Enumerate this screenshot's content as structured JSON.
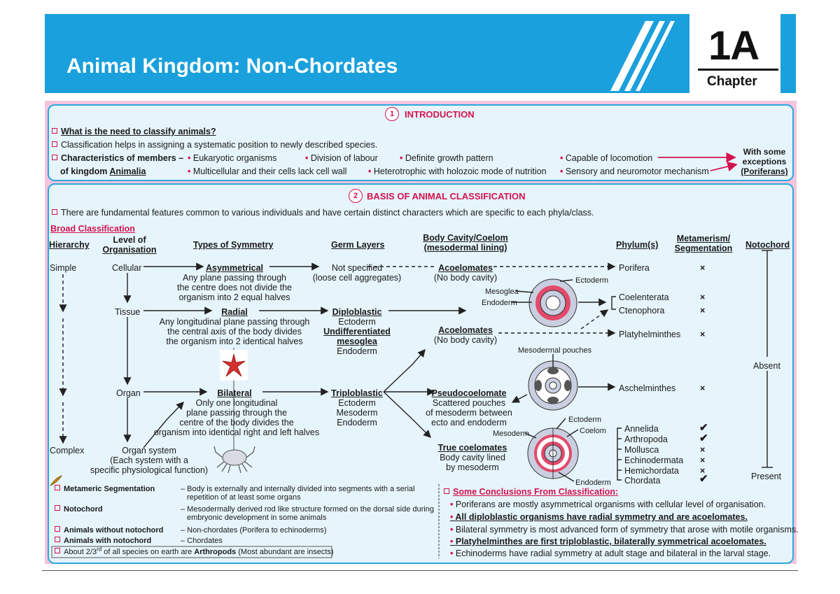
{
  "header": {
    "title": "Animal Kingdom: Non-Chordates",
    "chapter_number": "1A",
    "chapter_label": "Chapter"
  },
  "intro": {
    "number": "1",
    "title": "INTRODUCTION",
    "q1": "What is the need to classify animals?",
    "q1_answer": "Classification helps in assigning a systematic position to newly described species.",
    "char_label1": "Characteristics of members –",
    "char_label2": "of kingdom",
    "char_label3": "Animalia",
    "items_row1": [
      "Eukaryotic organisms",
      "Division of labour",
      "Definite growth pattern",
      "Capable of locomotion"
    ],
    "items_row2": [
      "Multicellular and their cells lack cell wall",
      "Heterotrophic with holozoic mode of nutrition",
      "Sensory and neuromotor mechanism"
    ],
    "exception1": "With some",
    "exception2": "exceptions",
    "exception3": "(Poriferans)"
  },
  "basis": {
    "number": "2",
    "title": "BASIS OF ANIMAL CLASSIFICATION",
    "intro": "There are fundamental features common to various individuals and have certain distinct characters which are specific to each phyla/class.",
    "broad": "Broad Classification",
    "headers": {
      "hierarchy": "Hierarchy",
      "level1": "Level of",
      "level2": "Organisation",
      "symmetry": "Types of Symmetry",
      "germ": "Germ Layers",
      "cavity1": "Body Cavity/Coelom",
      "cavity2": "(mesodermal lining)",
      "phylum": "Phylum(s)",
      "meta1": "Metamerism/",
      "meta2": "Segmentation",
      "noto": "Notochord"
    },
    "hier_simple": "Simple",
    "hier_complex": "Complex",
    "level_cellular": "Cellular",
    "level_tissue": "Tissue",
    "level_organ": "Organ",
    "level_system1": "Organ system",
    "level_system2": "(Each system with a",
    "level_system3": "specific physiological function)",
    "asym": "Asymmetrical",
    "asym_d1": "Any plane passing through",
    "asym_d2": "the centre does not divide the",
    "asym_d3": "organism into 2 equal halves",
    "radial": "Radial",
    "radial_d1": "Any longitudinal plane passing through",
    "radial_d2": "the central axis of the body divides",
    "radial_d3": "the organism into 2 identical halves",
    "bilateral": "Bilateral",
    "bil_d1": "Only one longitudinal",
    "bil_d2": "plane passing through the",
    "bil_d3": "centre of the body divides the",
    "bil_d4": "organism into identical right and left halves",
    "germ_ns1": "Not specified",
    "germ_ns2": "(loose cell aggregates)",
    "diplo": "Diploblastic",
    "diplo_ecto": "Ectoderm",
    "undiff1": "Undifferentiated",
    "undiff2": "mesoglea",
    "diplo_endo": "Endoderm",
    "triplo": "Triploblastic",
    "tri_ecto": "Ectoderm",
    "tri_meso": "Mesoderm",
    "tri_endo": "Endoderm",
    "acoel1": "Acoelomates",
    "acoel1_d": "(No body cavity)",
    "acoel2": "Acoelomates",
    "acoel2_d": "(No body cavity)",
    "pseudo": "Pseudocoelomate",
    "pseudo_d1": "Scattered pouches",
    "pseudo_d2": "of mesoderm between",
    "pseudo_d3": "ecto and endoderm",
    "true": "True coelomates",
    "true_d1": "Body cavity lined",
    "true_d2": "by mesoderm",
    "lbl_ectoderm": "Ectoderm",
    "lbl_mesoglea": "Mesoglea",
    "lbl_endoderm": "Endoderm",
    "lbl_mesopouch": "Mesodermal pouches",
    "lbl_ecto2": "Ectoderm",
    "lbl_coelom": "Coelom",
    "lbl_meso2": "Mesoderm",
    "lbl_endo2": "Endoderm",
    "phyla": [
      "Porifera",
      "Coelenterata",
      "Ctenophora",
      "Platyhelminthes",
      "Aschelminthes",
      "Annelida",
      "Arthropoda",
      "Mollusca",
      "Echinodermata",
      "Hemichordata",
      "Chordata"
    ],
    "meta_marks": [
      "×",
      "×",
      "×",
      "×",
      "×",
      "✔",
      "✔",
      "×",
      "×",
      "×",
      "✔"
    ],
    "noto_absent": "Absent",
    "noto_present": "Present"
  },
  "notes": {
    "rows": [
      {
        "term": "Metameric Segmentation",
        "desc1": "– Body is externally and internally divided into segments with a serial",
        "desc2": "repetition of at least some organs"
      },
      {
        "term": "Notochord",
        "desc1": "– Mesodermally derived rod like structure formed on the dorsal side during",
        "desc2": "embryonic development in some animals"
      },
      {
        "term": "Animals without notochord",
        "desc1": "– Non-chordates (Porifera to echinoderms)",
        "desc2": ""
      },
      {
        "term": "Animals with notochord",
        "desc1": "– Chordates",
        "desc2": ""
      }
    ],
    "last_pre": "About 2/3",
    "last_sup": "rd",
    "last_mid": " of all species on earth are ",
    "last_bold": "Arthropods",
    "last_post": " (Most abundant are insects)"
  },
  "conclusions": {
    "title": "Some Conclusions From Classification:",
    "items": [
      "Poriferans are mostly asymmetrical organisms with cellular level of organisation.",
      "All diploblastic organisms have radial symmetry and are acoelomates.",
      "Bilateral symmetry is most advanced form of symmetry that arose with motile organisms.",
      "Platyhelminthes are first triploblastic, bilaterally symmetrical acoelomates.",
      "Echinoderms have radial symmetry at adult stage and bilateral in the larval stage."
    ]
  },
  "colors": {
    "banner": "#1aa0dc",
    "accent": "#d3124d",
    "panel": "#e6f4fb"
  }
}
